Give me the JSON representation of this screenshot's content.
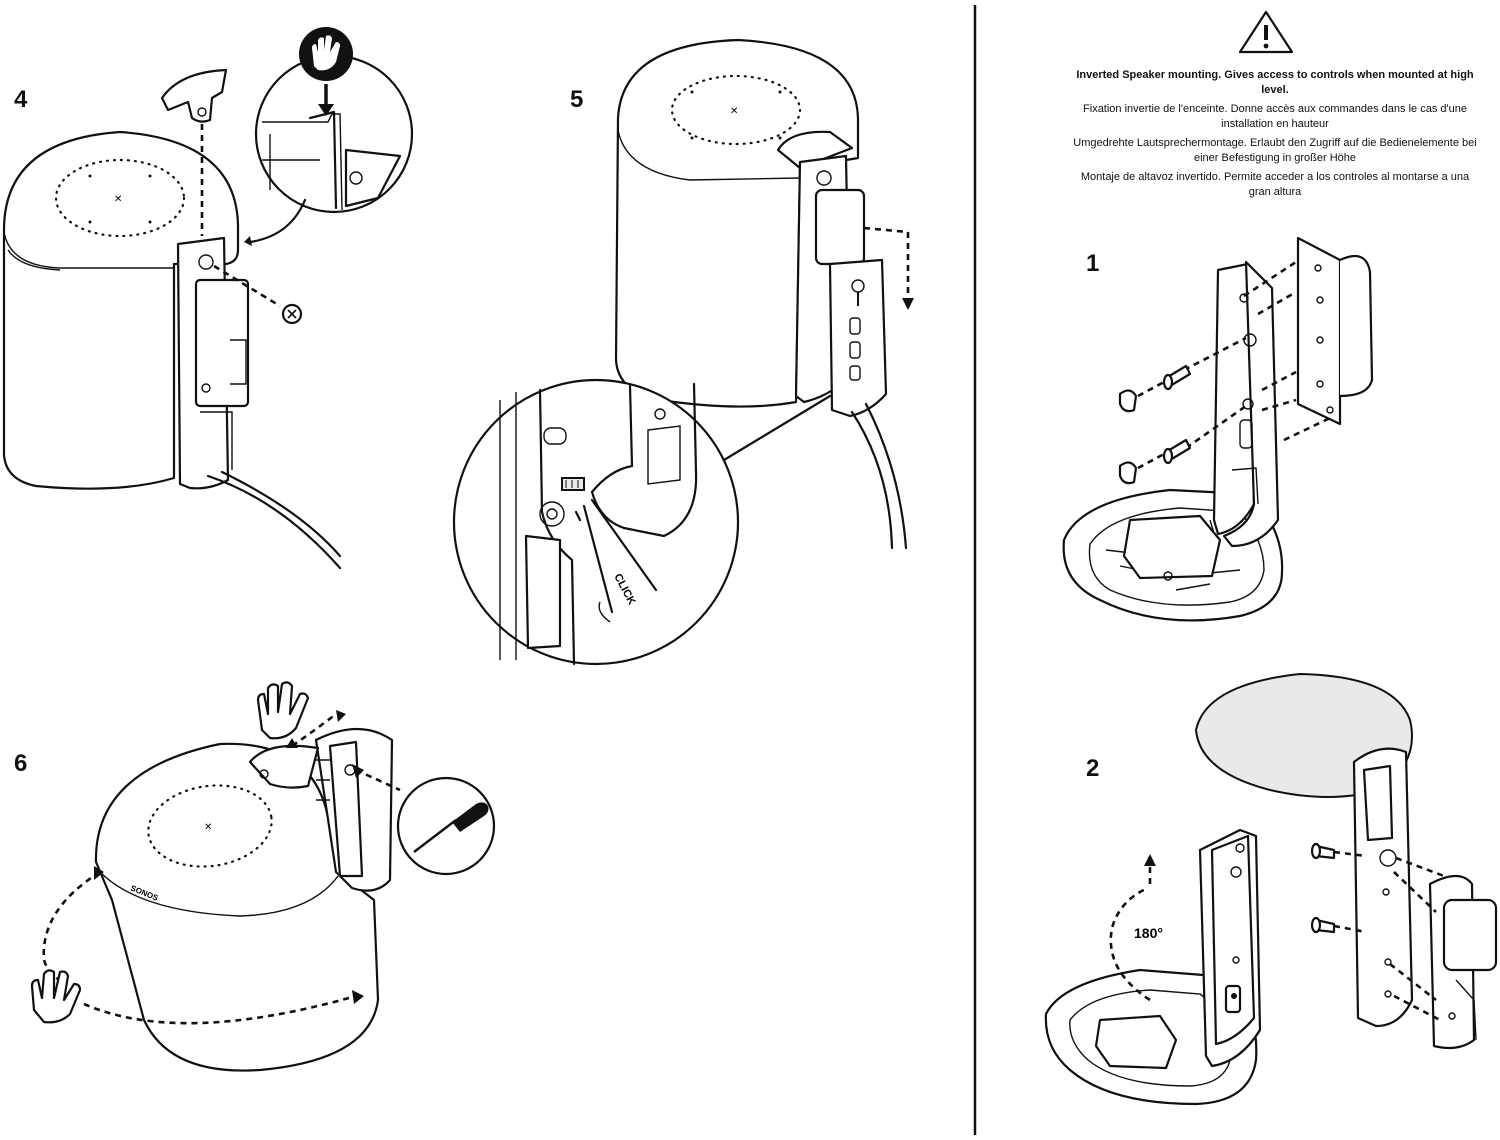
{
  "steps": {
    "s4": "4",
    "s5": "5",
    "s6": "6",
    "r1": "1",
    "r2": "2"
  },
  "labels": {
    "click": "CLICK",
    "rotation": "180°"
  },
  "warning": {
    "icon": "warning-triangle-icon",
    "en": "Inverted Speaker mounting. Gives access to controls when mounted at high level.",
    "fr": "Fixation invertie de l'enceinte. Donne accès aux commandes dans le cas d'une installation en hauteur",
    "de": "Umgedrehte Lautsprechermontage. Erlaubt den Zugriff auf die Bedienelemente bei einer Befestigung in großer Höhe",
    "es": "Montaje de altavoz invertido. Permite acceder a los controles al montarse a una gran altura"
  },
  "icons": [
    "hand-icon",
    "screw-icon",
    "screwdriver-icon",
    "arrow-icon",
    "speaker-icon",
    "bracket-icon",
    "mount-icon"
  ],
  "colors": {
    "ink": "#111111",
    "paper": "#ffffff",
    "shade": "#e9e9e9"
  }
}
